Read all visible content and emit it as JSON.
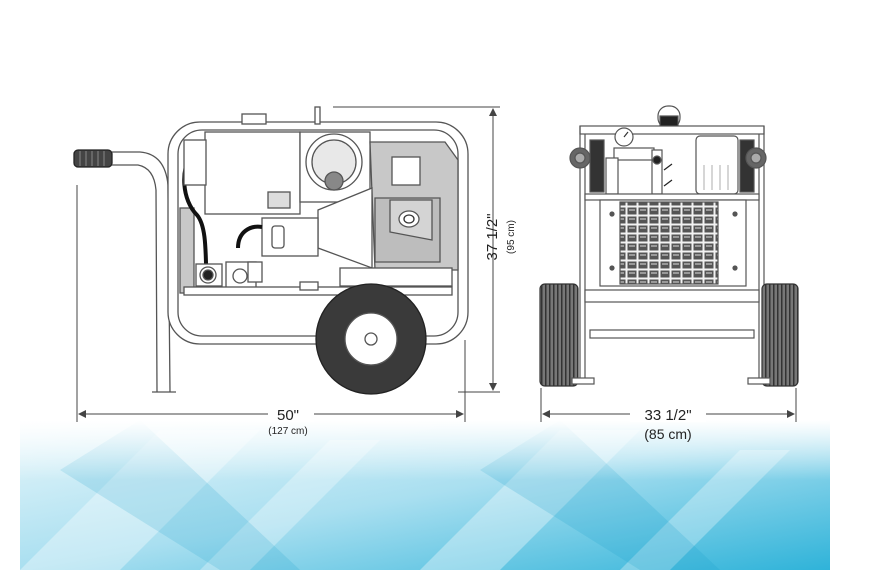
{
  "side_view": {
    "width_imperial": "50\"",
    "width_metric": "(127 cm)",
    "height_imperial": "37 1/2\"",
    "height_metric": "(95 cm)"
  },
  "front_view": {
    "width_imperial": "33 1/2\"",
    "width_metric": "(85 cm)"
  },
  "colors": {
    "line": "#555555",
    "fill_gray": "#c8c8c8",
    "dark": "#222222",
    "bg_blue": "#2fb3d9"
  }
}
